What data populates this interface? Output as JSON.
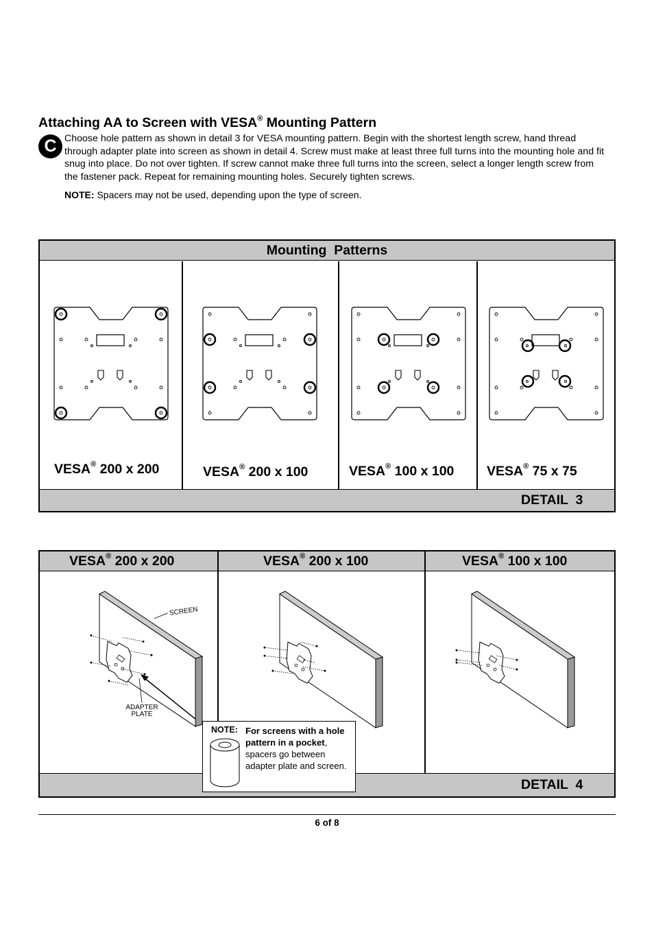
{
  "heading": {
    "text_before": "Attaching AA to Screen with VESA",
    "reg": "®",
    "text_after": " Mounting Pattern"
  },
  "step_letter": "C",
  "instructions": "Choose hole pattern as shown in detail 3 for VESA mounting pattern. Begin with the shortest length screw, hand thread through adapter plate into screen as shown in detail 4. Screw must make at least three full turns into the mounting hole and fit snug into place. Do not over tighten. If screw cannot make three full turns into the screen, select a longer length screw from the fastener pack. Repeat for remaining mounting holes. Securely tighten screws.",
  "note": {
    "label": "NOTE:",
    "text": " Spacers may not be used, depending upon the type of screen."
  },
  "detail3": {
    "header": "Mounting  Patterns",
    "footer": "DETAIL  3",
    "patterns": [
      {
        "vesa": "VESA",
        "reg": "®",
        "size": " 200 x 200"
      },
      {
        "vesa": "VESA",
        "reg": "®",
        "size": " 200 x 100"
      },
      {
        "vesa": "VESA",
        "reg": "®",
        "size": " 100 x 100"
      },
      {
        "vesa": "VESA",
        "reg": "®",
        "size": " 75 x 75"
      }
    ]
  },
  "detail4": {
    "footer": "DETAIL  4",
    "columns": [
      {
        "vesa": "VESA",
        "reg": "®",
        "size": " 200 x 200"
      },
      {
        "vesa": "VESA",
        "reg": "®",
        "size": " 200 x 100"
      },
      {
        "vesa": "VESA",
        "reg": "®",
        "size": " 100 x 100"
      }
    ],
    "label_screen": "SCREEN",
    "label_adapter_1": "ADAPTER",
    "label_adapter_2": "PLATE",
    "note_label": "NOTE:",
    "note_bold": "For screens with a hole pattern in a pocket",
    "note_rest": ", spacers go between adapter plate and screen."
  },
  "page": "6 of 8"
}
